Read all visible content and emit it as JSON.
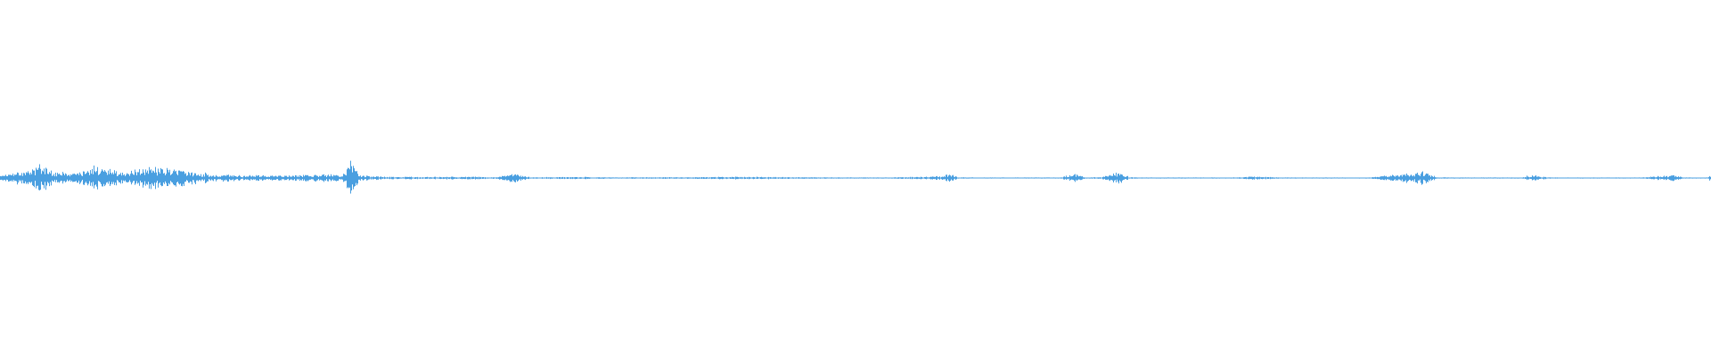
{
  "waveform": {
    "color": "#4a9fe0",
    "background": "#ffffff",
    "amplitude_scale": 1.0,
    "envelope": [
      [
        0.0,
        0.1
      ],
      [
        0.01,
        0.22
      ],
      [
        0.02,
        0.35
      ],
      [
        0.025,
        0.6
      ],
      [
        0.028,
        0.3
      ],
      [
        0.035,
        0.18
      ],
      [
        0.045,
        0.2
      ],
      [
        0.055,
        0.48
      ],
      [
        0.065,
        0.3
      ],
      [
        0.075,
        0.22
      ],
      [
        0.085,
        0.4
      ],
      [
        0.1,
        0.38
      ],
      [
        0.115,
        0.22
      ],
      [
        0.13,
        0.14
      ],
      [
        0.145,
        0.1
      ],
      [
        0.16,
        0.1
      ],
      [
        0.175,
        0.12
      ],
      [
        0.19,
        0.14
      ],
      [
        0.2,
        0.1
      ],
      [
        0.205,
        0.62
      ],
      [
        0.21,
        0.12
      ],
      [
        0.225,
        0.05
      ],
      [
        0.25,
        0.04
      ],
      [
        0.27,
        0.06
      ],
      [
        0.29,
        0.03
      ],
      [
        0.3,
        0.18
      ],
      [
        0.31,
        0.03
      ],
      [
        0.34,
        0.04
      ],
      [
        0.36,
        0.02
      ],
      [
        0.38,
        0.03
      ],
      [
        0.4,
        0.03
      ],
      [
        0.43,
        0.05
      ],
      [
        0.45,
        0.04
      ],
      [
        0.47,
        0.03
      ],
      [
        0.5,
        0.02
      ],
      [
        0.52,
        0.02
      ],
      [
        0.55,
        0.07
      ],
      [
        0.555,
        0.15
      ],
      [
        0.56,
        0.03
      ],
      [
        0.58,
        0.01
      ],
      [
        0.6,
        0.01
      ],
      [
        0.62,
        0.02
      ],
      [
        0.628,
        0.18
      ],
      [
        0.635,
        0.02
      ],
      [
        0.645,
        0.05
      ],
      [
        0.655,
        0.3
      ],
      [
        0.66,
        0.03
      ],
      [
        0.68,
        0.01
      ],
      [
        0.7,
        0.01
      ],
      [
        0.72,
        0.02
      ],
      [
        0.735,
        0.06
      ],
      [
        0.75,
        0.02
      ],
      [
        0.77,
        0.01
      ],
      [
        0.8,
        0.02
      ],
      [
        0.833,
        0.25
      ],
      [
        0.84,
        0.03
      ],
      [
        0.86,
        0.01
      ],
      [
        0.89,
        0.02
      ],
      [
        0.897,
        0.14
      ],
      [
        0.905,
        0.02
      ],
      [
        0.93,
        0.01
      ],
      [
        0.96,
        0.02
      ],
      [
        0.978,
        0.12
      ],
      [
        0.985,
        0.01
      ],
      [
        0.998,
        0.02
      ],
      [
        1.0,
        0.12
      ]
    ],
    "sample_seed": 1337
  }
}
